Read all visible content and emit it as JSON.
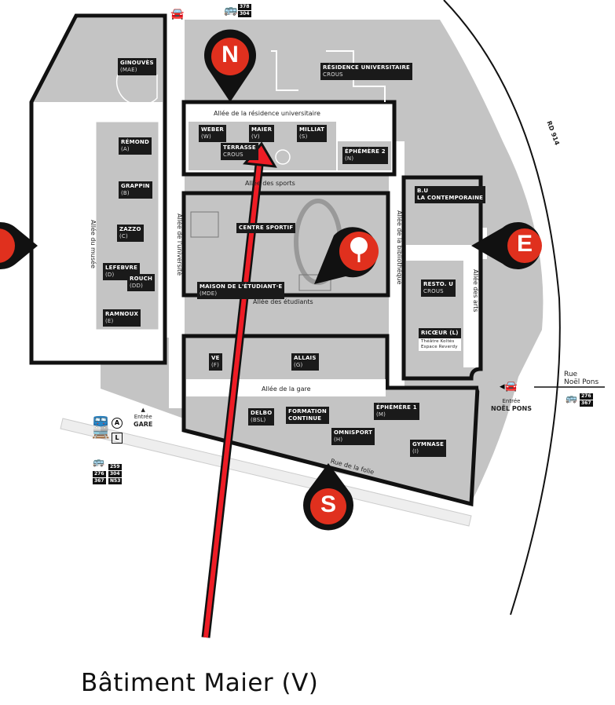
{
  "caption": "Bâtiment Maier (V)",
  "pins": {
    "north": "N",
    "east": "E",
    "south": "S"
  },
  "buildings": [
    {
      "name": "GINOUVÈS",
      "code": "(MAE)"
    },
    {
      "name": "RÉMOND",
      "code": "(A)"
    },
    {
      "name": "GRAPPIN",
      "code": "(B)"
    },
    {
      "name": "ZAZZO",
      "code": "(C)"
    },
    {
      "name": "LEFEBVRE",
      "code": "(D)"
    },
    {
      "name": "ROUCH",
      "code": "(DD)"
    },
    {
      "name": "RAMNOUX",
      "code": "(E)"
    },
    {
      "name": "WEBER",
      "code": "(W)"
    },
    {
      "name": "MAIER",
      "code": "(V)"
    },
    {
      "name": "TERRASSE",
      "code": "CROUS"
    },
    {
      "name": "MILLIAT",
      "code": "(S)"
    },
    {
      "name": "ÉPHÉMÈRE 2",
      "code": "(N)"
    },
    {
      "name": "RÉSIDENCE UNIVERSITAIRE",
      "code": "CROUS"
    },
    {
      "name": "CENTRE SPORTIF"
    },
    {
      "name": "MAISON DE L'ÉTUDIANT·E",
      "code": "(MDE)"
    },
    {
      "name": "B.U",
      "code": "LA CONTEMPORAINE"
    },
    {
      "name": "RESTO. U",
      "code": "CROUS"
    },
    {
      "name": "RICŒUR (L)",
      "sub1": "Théâtre Koltès",
      "sub2": "Espace Reverdy"
    },
    {
      "name": "VE",
      "code": "(F)"
    },
    {
      "name": "ALLAIS",
      "code": "(G)"
    },
    {
      "name": "DELBO",
      "code": "(BSL)"
    },
    {
      "name": "FORMATION",
      "code": "CONTINUE"
    },
    {
      "name": "OMNISPORT",
      "code": "(H)"
    },
    {
      "name": "ÉPHÉMÈRE 1",
      "code": "(M)"
    },
    {
      "name": "GYMNASE",
      "code": "(I)"
    }
  ],
  "roads": {
    "residence": "Allée de la résidence universitaire",
    "sports": "Allée des sports",
    "etudiants": "Allée des étudiants",
    "gare": "Allée de la gare",
    "folie": "Rue de la folie",
    "musee": "Allée du musée",
    "universite": "Allée de l'université",
    "bibliotheque": "Allée de la bibliothèque",
    "arts": "Allée des arts",
    "rd": "RD 914",
    "noel_pons_1": "Rue",
    "noel_pons_2": "Noël Pons"
  },
  "entrances": {
    "gare_1": "Entrée",
    "gare_2": "GARE",
    "noel_1": "Entrée",
    "noel_2": "NOËL PONS"
  },
  "transit": {
    "bus_top": [
      "378",
      "304"
    ],
    "rer": "A",
    "line": "L",
    "bus_gare": [
      "259",
      "276",
      "304",
      "367",
      "N53"
    ],
    "bus_noel": [
      "276",
      "367"
    ]
  },
  "colors": {
    "pin": "#e0301e",
    "arrow": "#ee1c25",
    "block": "#c4c4c4"
  }
}
